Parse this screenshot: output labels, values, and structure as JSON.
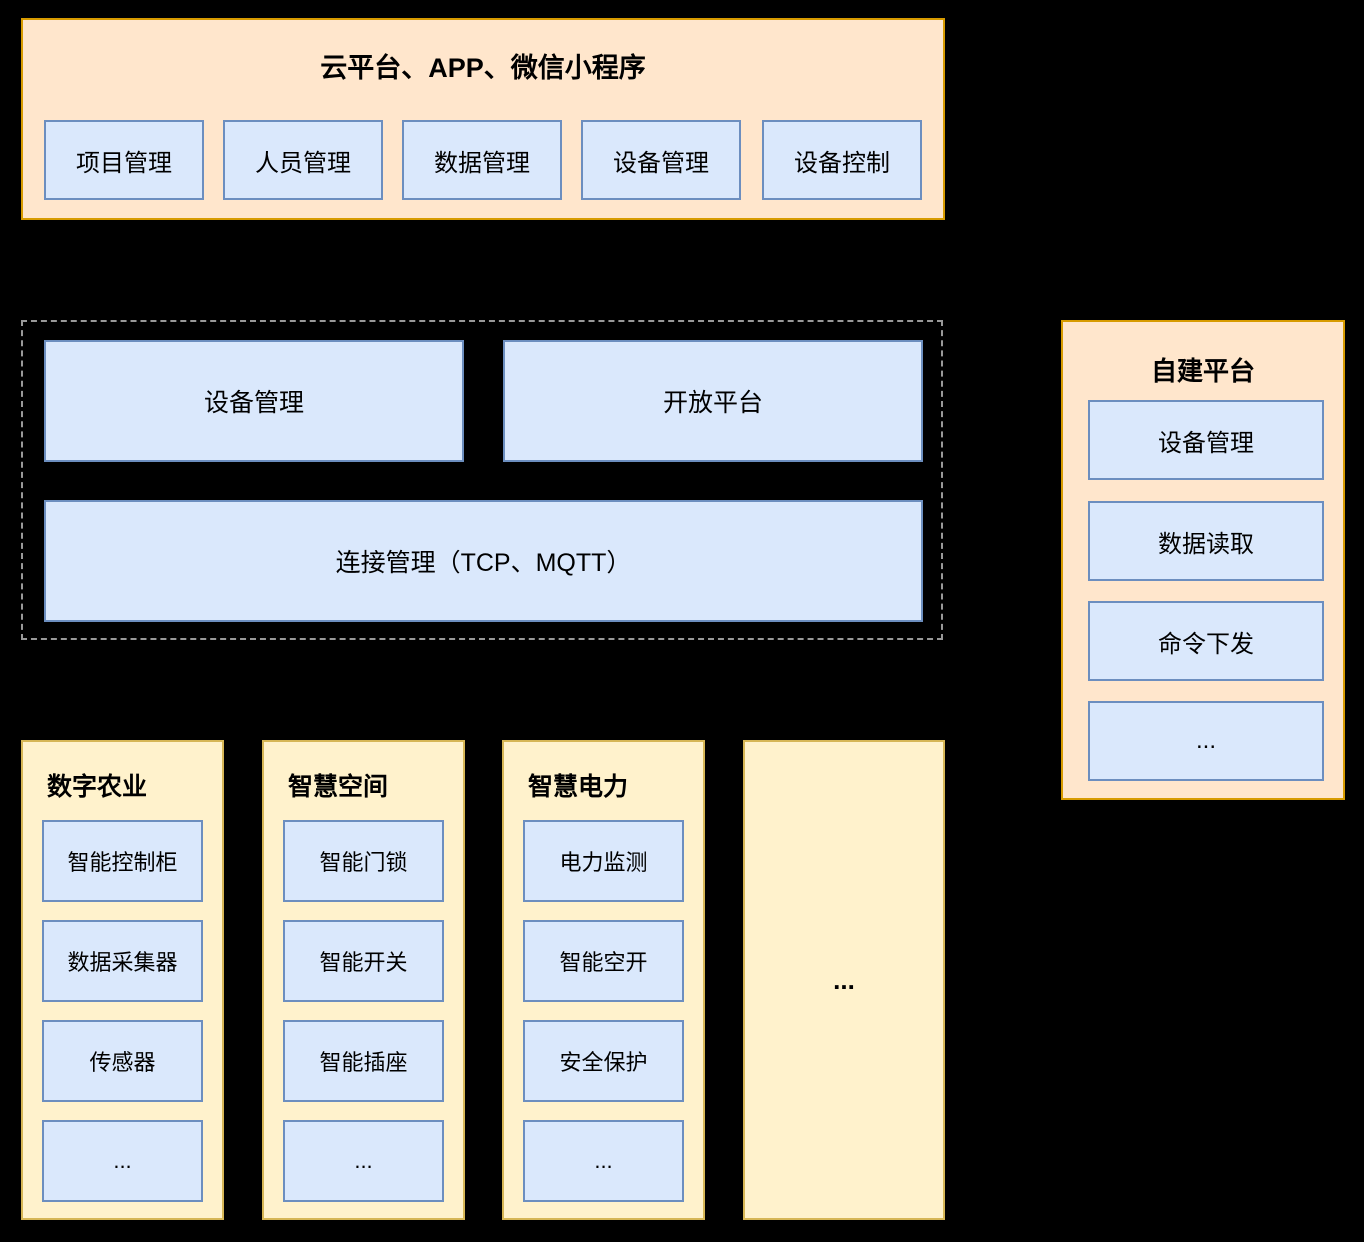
{
  "colors": {
    "background": "#000000",
    "orange_fill": "#FFE6CC",
    "orange_border": "#D79B00",
    "yellow_fill": "#FFF2CC",
    "yellow_border": "#D6B656",
    "blue_fill": "#DAE8FC",
    "blue_border": "#6C8EBF",
    "dashed_border": "#999999",
    "text": "#000000"
  },
  "cloud_platform": {
    "title": "云平台、APP、微信小程序",
    "items": [
      "项目管理",
      "人员管理",
      "数据管理",
      "设备管理",
      "设备控制"
    ]
  },
  "core_layer": {
    "device_management": "设备管理",
    "open_platform": "开放平台",
    "connection_management": "连接管理（TCP、MQTT）"
  },
  "self_built_platform": {
    "title": "自建平台",
    "items": [
      "设备管理",
      "数据读取",
      "命令下发",
      "..."
    ]
  },
  "scenarios": [
    {
      "title": "数字农业",
      "items": [
        "智能控制柜",
        "数据采集器",
        "传感器",
        "..."
      ]
    },
    {
      "title": "智慧空间",
      "items": [
        "智能门锁",
        "智能开关",
        "智能插座",
        "..."
      ]
    },
    {
      "title": "智慧电力",
      "items": [
        "电力监测",
        "智能空开",
        "安全保护",
        "..."
      ]
    },
    {
      "placeholder": "..."
    }
  ]
}
